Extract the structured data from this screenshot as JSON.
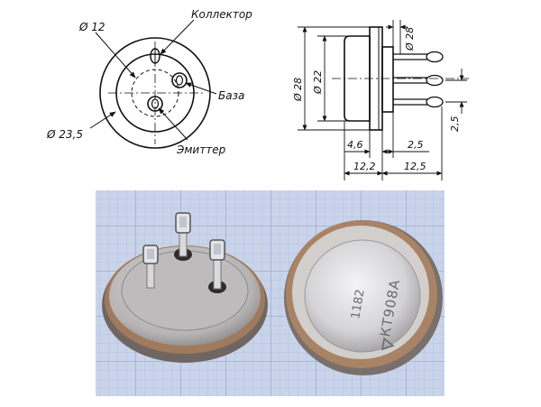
{
  "front_view": {
    "label_diameter_inner": "Ø 12",
    "label_diameter_outer": "Ø 23,5",
    "label_collector": "Коллектор",
    "label_base": "База",
    "label_emitter": "Эмиттер"
  },
  "side_view": {
    "dim_28_body": "Ø 28",
    "dim_22": "Ø 22",
    "dim_28_flange": "Ø 28",
    "dim_4_6": "4,6",
    "dim_2_5_a": "2,5",
    "dim_2_5_b": "2,5",
    "dim_12_2": "12,2",
    "dim_12_5": "12,5"
  },
  "photo": {
    "marking_type": "КТ908А",
    "marking_date": "1182",
    "colors": {
      "grid_background": "#c9d4ea",
      "metal_body": "#c7c5c6",
      "copper_ring": "#a07a5c"
    }
  }
}
